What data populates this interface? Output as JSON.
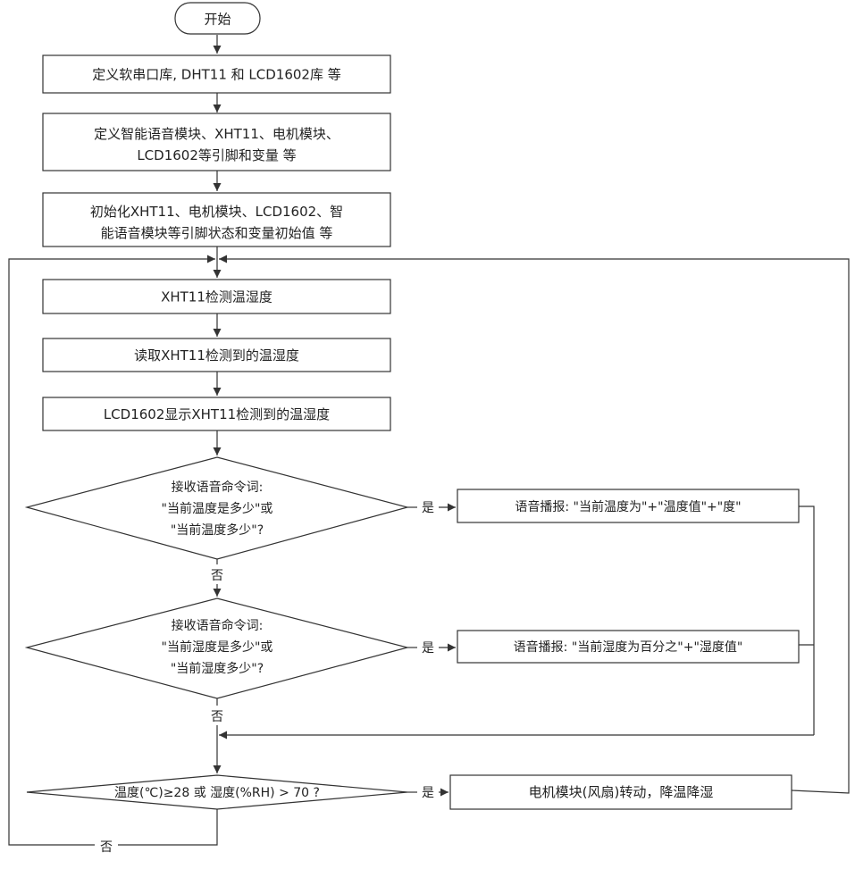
{
  "flowchart": {
    "start": "开始",
    "step_define_libs": "定义软串口库, DHT11 和 LCD1602库 等",
    "step_define_pins": [
      "定义智能语音模块、XHT11、电机模块、",
      "LCD1602等引脚和变量 等"
    ],
    "step_init": [
      "初始化XHT11、电机模块、LCD1602、智",
      "能语音模块等引脚状态和变量初始值 等"
    ],
    "step_detect": "XHT11检测温湿度",
    "step_read": "读取XHT11检测到的温湿度",
    "step_display": "LCD1602显示XHT11检测到的温湿度",
    "decision_temp_query": [
      "接收语音命令词:",
      "\"当前温度是多少\"或",
      "\"当前温度多少\"?"
    ],
    "action_temp_report": "语音播报: \"当前温度为\"+\"温度值\"+\"度\"",
    "decision_humidity_query": [
      "接收语音命令词:",
      "\"当前湿度是多少\"或",
      "\"当前湿度多少\"?"
    ],
    "action_humidity_report": "语音播报: \"当前湿度为百分之\"+\"湿度值\"",
    "decision_threshold": "温度(℃)≥28 或 湿度(%RH) > 70 ?",
    "action_motor": "电机模块(风扇)转动，降温降湿",
    "label_yes": "是",
    "label_no": "否"
  },
  "colors": {
    "stroke": "#333333",
    "text": "#222222",
    "background": "#ffffff"
  }
}
